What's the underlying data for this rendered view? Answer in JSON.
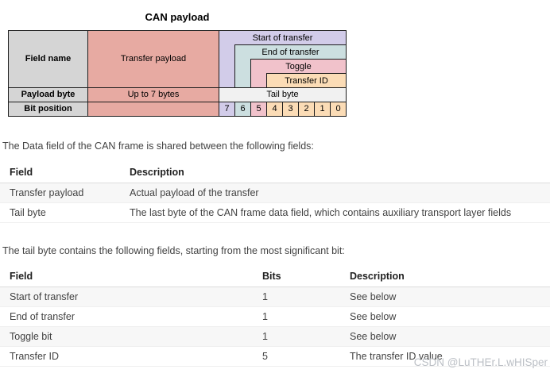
{
  "diagram": {
    "title": "CAN payload",
    "row_headers": {
      "field_name": "Field name",
      "payload_byte": "Payload byte",
      "bit_position": "Bit position"
    },
    "transfer_payload_label": "Transfer payload",
    "payload_byte_value": "Up to 7 bytes",
    "tail_byte_label": "Tail byte",
    "tail_fields": {
      "start_of_transfer": "Start of transfer",
      "end_of_transfer": "End of transfer",
      "toggle": "Toggle",
      "transfer_id": "Transfer ID"
    },
    "bit_positions": [
      "7",
      "6",
      "5",
      "4",
      "3",
      "2",
      "1",
      "0"
    ],
    "colors": {
      "header_bg": "#d5d5d5",
      "transfer_payload_bg": "#e7aaa2",
      "start_of_transfer_bg": "#d2cce9",
      "end_of_transfer_bg": "#ccdfe0",
      "toggle_bg": "#f1c2cb",
      "transfer_id_bg": "#fbdcb6",
      "tail_byte_bg": "#f1f1f1",
      "border": "#1c1c1c"
    }
  },
  "intro_text": "The Data field of the CAN frame is shared between the following fields:",
  "fields_table": {
    "headers": [
      "Field",
      "Description"
    ],
    "rows": [
      [
        "Transfer payload",
        "Actual payload of the transfer"
      ],
      [
        "Tail byte",
        "The last byte of the CAN frame data field, which contains auxiliary transport layer fields"
      ]
    ]
  },
  "tail_text": "The tail byte contains the following fields, starting from the most significant bit:",
  "tail_table": {
    "headers": [
      "Field",
      "Bits",
      "Description"
    ],
    "rows": [
      [
        "Start of transfer",
        "1",
        "See below"
      ],
      [
        "End of transfer",
        "1",
        "See below"
      ],
      [
        "Toggle bit",
        "1",
        "See below"
      ],
      [
        "Transfer ID",
        "5",
        "The transfer ID value"
      ]
    ]
  },
  "watermark": "CSDN @LuTHEr.L.wHISper"
}
